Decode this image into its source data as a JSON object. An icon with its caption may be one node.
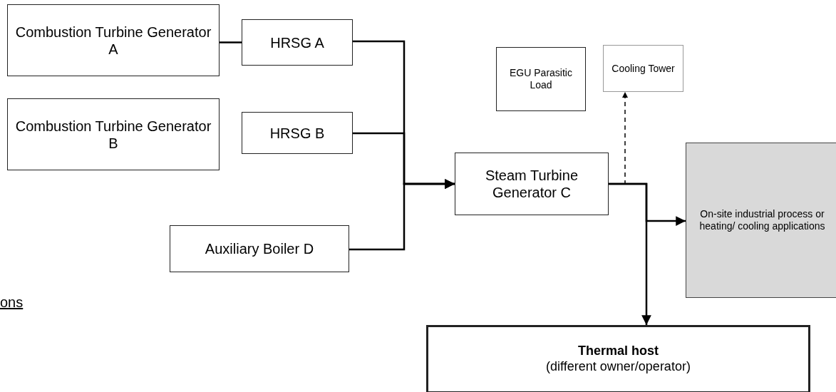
{
  "diagram": {
    "nodes": [
      {
        "text": [
          "Combustion Turbine Generator A"
        ]
      },
      {
        "text": [
          "HRSG A"
        ]
      },
      {
        "text": [
          "Combustion Turbine Generator B"
        ]
      },
      {
        "text": [
          "HRSG B"
        ]
      },
      {
        "text": [
          "Auxiliary Boiler D"
        ]
      },
      {
        "text": [
          "Steam Turbine Generator C"
        ]
      },
      {
        "text": [
          "EGU Parasitic Load"
        ]
      },
      {
        "text": [
          "Cooling Tower"
        ]
      },
      {
        "text": [
          "On-site industrial process or heating/ cooling applications"
        ]
      },
      {
        "text": [
          "Thermal host",
          "(different owner/operator)"
        ]
      }
    ],
    "edges": [
      {
        "from": 0,
        "to": 1,
        "arrow": "none"
      },
      {
        "from": 1,
        "to": 5,
        "arrow": "to"
      },
      {
        "from": 3,
        "to": 5,
        "arrow": "to"
      },
      {
        "from": 4,
        "to": 5,
        "arrow": "to"
      },
      {
        "from": 5,
        "to": 7,
        "arrow": "to",
        "style": "dashed"
      },
      {
        "from": 5,
        "to": 8,
        "arrow": "to"
      },
      {
        "from": 5,
        "to": 9,
        "arrow": "to"
      }
    ],
    "labels": [
      "ons"
    ]
  }
}
